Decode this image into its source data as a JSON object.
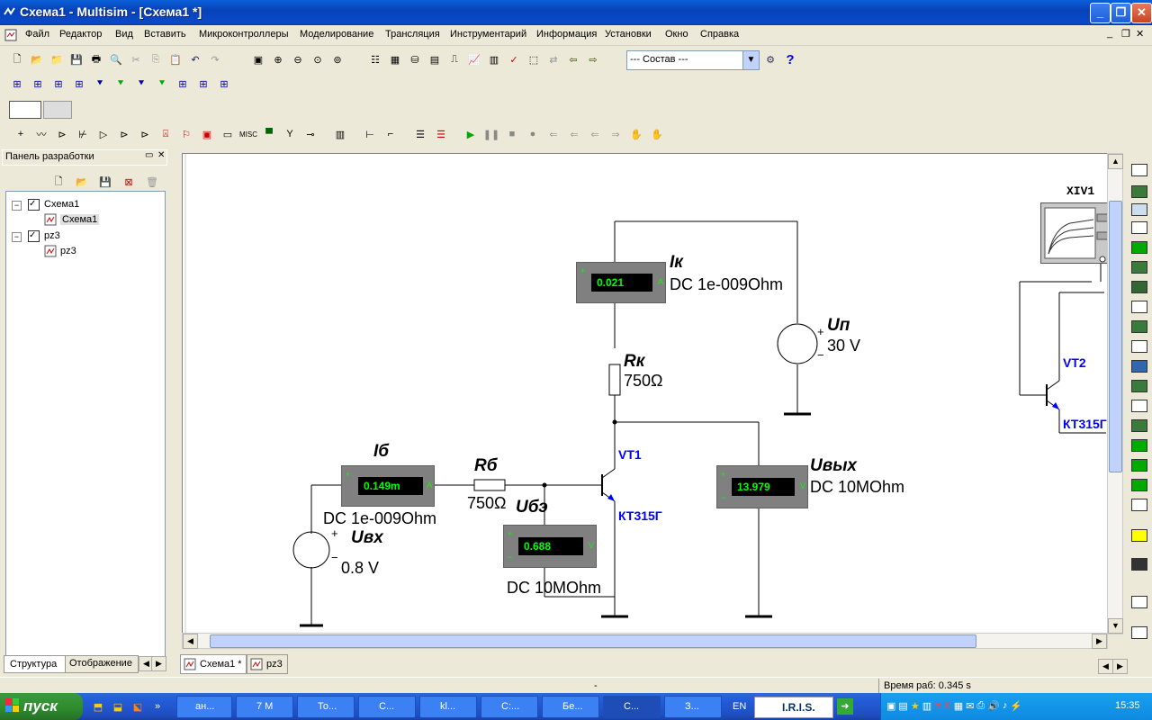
{
  "window": {
    "title": "Схема1 - Multisim - [Схема1 *]"
  },
  "menu": [
    "Файл",
    "Редактор",
    "Вид",
    "Вставить",
    "Микроконтроллеры",
    "Моделирование",
    "Трансляция",
    "Инструментарий",
    "Информация",
    "Установки",
    "Окно",
    "Справка"
  ],
  "toolbar": {
    "component_select": "--- Состав ---"
  },
  "panel": {
    "title": "Панель разработки",
    "tree": [
      {
        "label": "Схема1",
        "child": "Схема1"
      },
      {
        "label": "pz3",
        "child": "pz3"
      }
    ],
    "tabs": [
      "Структура",
      "Отображение"
    ]
  },
  "schematic": {
    "ik": {
      "name": "Iк",
      "value": "0.021",
      "unit": "A",
      "mode": "DC  1e-009Ohm"
    },
    "up": {
      "name": "Uп",
      "value": "30 V"
    },
    "rk": {
      "name": "Rк",
      "value": "750Ω"
    },
    "vt1": {
      "name": "VT1",
      "model": "КТ315Г"
    },
    "uvyh": {
      "name": "Uвых",
      "value": "13.979",
      "unit": "V",
      "mode": "DC  10MOhm"
    },
    "ib": {
      "name": "Iб",
      "value": "0.149m",
      "unit": "A",
      "mode": "DC  1e-009Ohm"
    },
    "rb": {
      "name": "Rб",
      "value": "750Ω"
    },
    "ube": {
      "name": "Uбэ",
      "value": "0.688",
      "unit": "V",
      "mode": "DC  10MOhm"
    },
    "uvh": {
      "name": "Uвх",
      "value": "0.8 V"
    },
    "xiv": {
      "name": "XIV1"
    },
    "vt2": {
      "name": "VT2",
      "model": "КТ315Г"
    }
  },
  "doc_tabs": [
    "Схема1 *",
    "pz3"
  ],
  "status": {
    "dash": "-",
    "run_time": "Время раб: 0.345 s"
  },
  "taskbar": {
    "start": "пуск",
    "tasks": [
      "ан...",
      "7 M",
      "То...",
      "С...",
      "kl...",
      "C:...",
      "Бе...",
      "С...",
      "З..."
    ],
    "lang": "EN",
    "iris": "I.R.I.S.",
    "clock": "15:35"
  }
}
